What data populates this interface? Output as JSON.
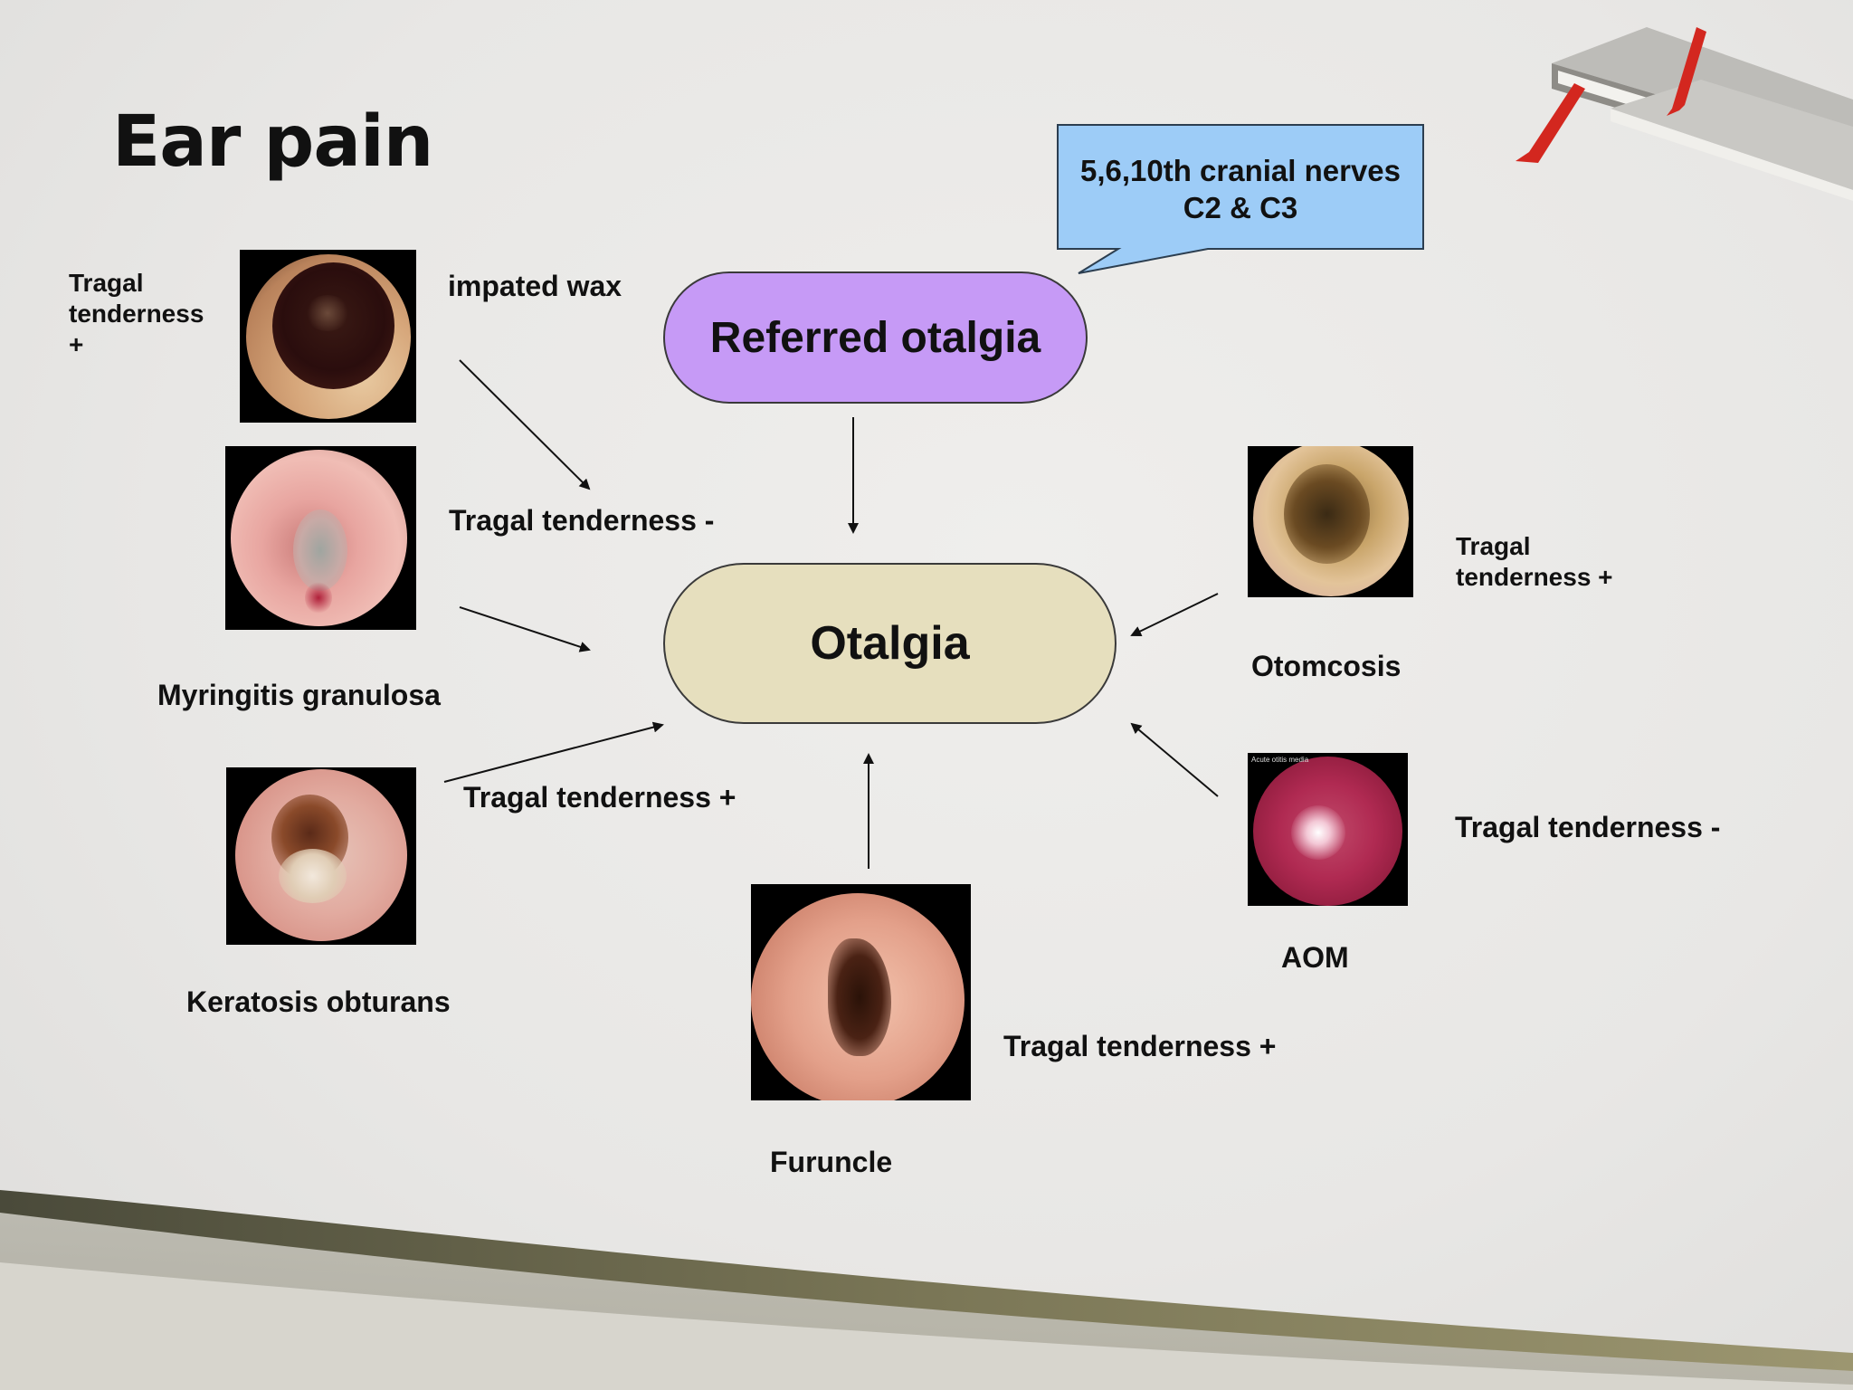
{
  "slide": {
    "title": "Ear pain",
    "callout": {
      "line1": "5,6,10th cranial nerves",
      "line2": "C2 & C3"
    },
    "nodes": {
      "referred": "Referred otalgia",
      "main": "Otalgia"
    },
    "labels": {
      "tragal_plus_left_line1": "Tragal",
      "tragal_plus_left_line2": "tenderness",
      "tragal_plus_left_line3": "+",
      "impacted_wax": "impated wax",
      "tragal_minus_left": "Tragal tenderness -",
      "myringitis": "Myringitis granulosa",
      "tragal_plus_keratosis": "Tragal tenderness +",
      "keratosis": "Keratosis obturans",
      "furuncle": "Furuncle",
      "tragal_plus_furuncle": "Tragal tenderness +",
      "tragal_plus_right_line1": "Tragal",
      "tragal_plus_right_line2": "tenderness +",
      "otomycosis": "Otomcosis",
      "aom": "AOM",
      "tragal_minus_right": "Tragal tenderness -",
      "aom_photo_caption": "Acute otitis media"
    },
    "colors": {
      "referred_fill": "#c69af6",
      "main_fill": "#e6dfbe",
      "callout_fill": "#9dccf7",
      "bookmark": "#d3271f"
    }
  }
}
